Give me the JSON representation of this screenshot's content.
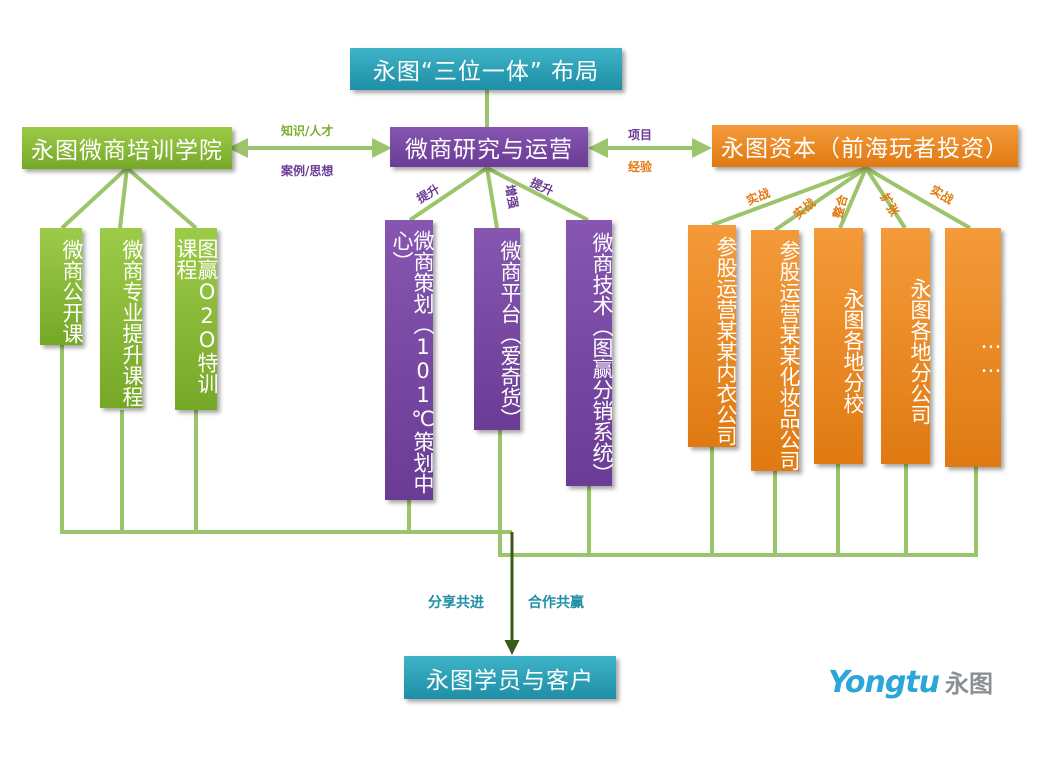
{
  "top": {
    "title": "永图“三位一体” 布局"
  },
  "academy": {
    "title": "永图微商培训学院",
    "children": [
      "微商公开课",
      "微商专业提升课程",
      "图赢O2O特训课程"
    ]
  },
  "research": {
    "title": "微商研究与运营",
    "children": [
      "微商策划（101℃策划中心）",
      "微商平台（爱奇货）",
      "微商技术（图赢分销系统）"
    ],
    "edge_labels": [
      "提升",
      "增强",
      "提升"
    ]
  },
  "capital": {
    "title": "永图资本（前海玩者投资）",
    "children": [
      "参股运营某某内衣公司",
      "参股运营某某化妆品公司",
      "永图各地分校",
      "永图各地分公司",
      "……"
    ],
    "edge_labels": [
      "实战",
      "实战",
      "整合",
      "扩张",
      "实战"
    ]
  },
  "links": {
    "academy_research_top": "知识/人才",
    "academy_research_bottom": "案例/思想",
    "research_capital_top": "项目",
    "research_capital_bottom": "经验"
  },
  "bottom": {
    "title": "永图学员与客户",
    "left_caption": "分享共进",
    "right_caption": "合作共赢"
  },
  "logo": {
    "latin": "Yongtu",
    "chinese": "永图"
  },
  "colors": {
    "teal": "#1e8fa6",
    "green": "#7aad2c",
    "purple": "#6a3c96",
    "orange": "#e07a12",
    "line": "#9cc46a"
  }
}
